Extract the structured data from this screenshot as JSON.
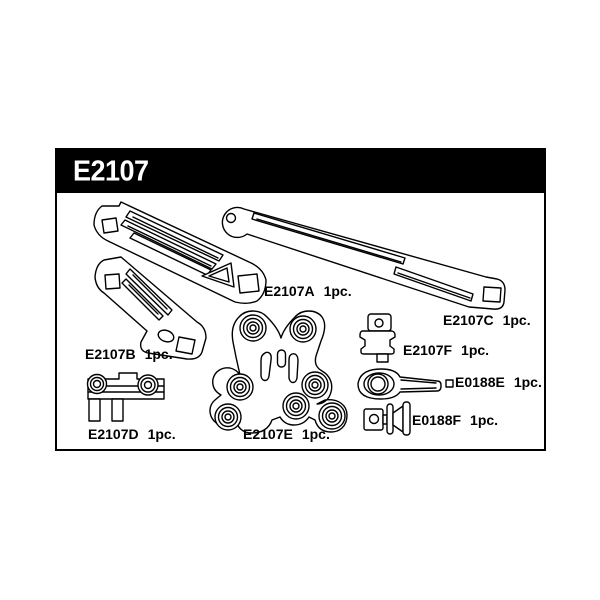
{
  "header": {
    "title": "E2107"
  },
  "colors": {
    "ink": "#000000",
    "paper": "#ffffff",
    "header_bg": "#000000",
    "header_text": "#ffffff"
  },
  "parts": [
    {
      "code": "E2107A",
      "qty": "1pc."
    },
    {
      "code": "E2107B",
      "qty": "1pc."
    },
    {
      "code": "E2107C",
      "qty": "1pc."
    },
    {
      "code": "E2107D",
      "qty": "1pc."
    },
    {
      "code": "E2107E",
      "qty": "1pc."
    },
    {
      "code": "E2107F",
      "qty": "1pc."
    },
    {
      "code": "E0188E",
      "qty": "1pc."
    },
    {
      "code": "E0188F",
      "qty": "1pc."
    }
  ]
}
